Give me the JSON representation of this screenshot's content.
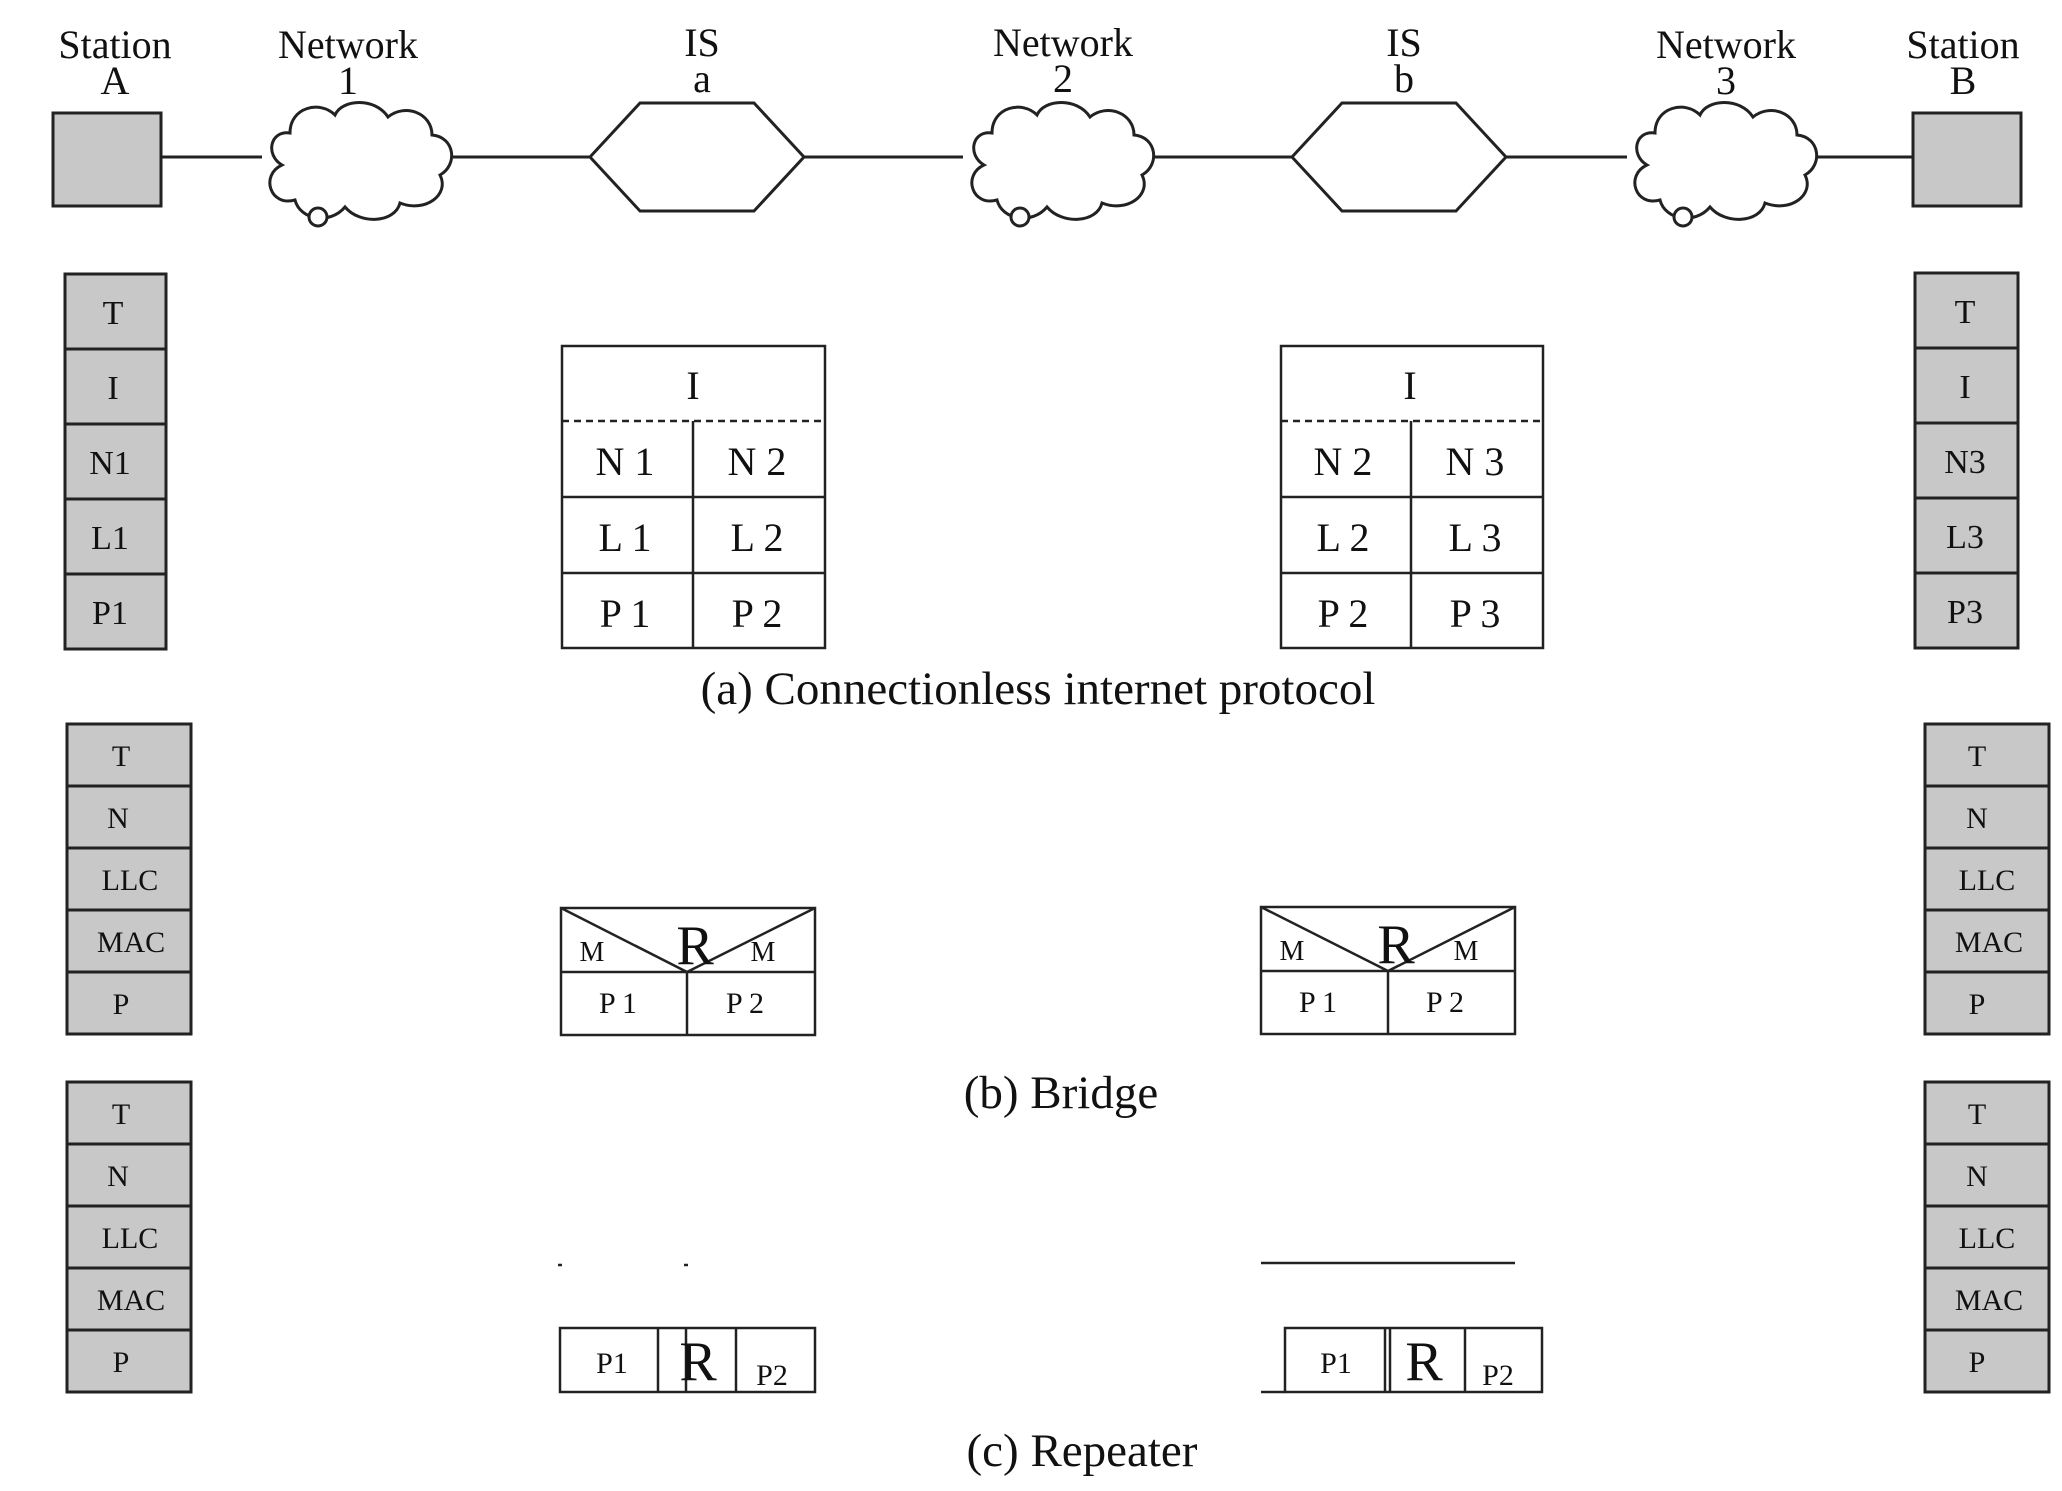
{
  "colors": {
    "line": "#222222",
    "stack_fill": "#c8c8c8",
    "cloud_fill": "#ffffff"
  },
  "top_row": {
    "station_a": {
      "name": "Station",
      "letter": "A"
    },
    "network_1": {
      "name": "Network",
      "number": "1"
    },
    "is_a": {
      "name": "IS",
      "letter": "a"
    },
    "network_2": {
      "name": "Network",
      "number": "2"
    },
    "is_b": {
      "name": "IS",
      "letter": "b"
    },
    "network_3": {
      "name": "Network",
      "number": "3"
    },
    "station_b": {
      "name": "Station",
      "letter": "B"
    }
  },
  "section_a": {
    "caption": "(a) Connectionless internet protocol",
    "station_a_layers": [
      "T",
      "I",
      "N1",
      "L1",
      "P1"
    ],
    "station_b_layers": [
      "T",
      "I",
      "N3",
      "L3",
      "P3"
    ],
    "is_a_table": {
      "top": "I",
      "rows": [
        [
          "N 1",
          "N 2"
        ],
        [
          "L 1",
          "L 2"
        ],
        [
          "P 1",
          "P 2"
        ]
      ]
    },
    "is_b_table": {
      "top": "I",
      "rows": [
        [
          "N 2",
          "N 3"
        ],
        [
          "L 2",
          "L 3"
        ],
        [
          "P 2",
          "P 3"
        ]
      ]
    }
  },
  "section_b": {
    "caption": "(b) Bridge",
    "station_a_layers": [
      "T",
      "N",
      "LLC",
      "MAC",
      "P"
    ],
    "station_b_layers": [
      "T",
      "N",
      "LLC",
      "MAC",
      "P"
    ],
    "bridge_left": {
      "relay": "R",
      "mac_left": "M",
      "mac_right": "M",
      "phy_left": "P 1",
      "phy_right": "P 2"
    },
    "bridge_right": {
      "relay": "R",
      "mac_left": "M",
      "mac_right": "M",
      "phy_left": "P 1",
      "phy_right": "P 2"
    }
  },
  "section_c": {
    "caption": "(c) Repeater",
    "station_a_layers": [
      "T",
      "N",
      "LLC",
      "MAC",
      "P"
    ],
    "station_b_layers": [
      "T",
      "N",
      "LLC",
      "MAC",
      "P"
    ],
    "repeater_left": {
      "relay": "R",
      "phy_left": "P1",
      "phy_right": "P2"
    },
    "repeater_right": {
      "relay": "R",
      "phy_left": "P1",
      "phy_right": "P2"
    }
  }
}
